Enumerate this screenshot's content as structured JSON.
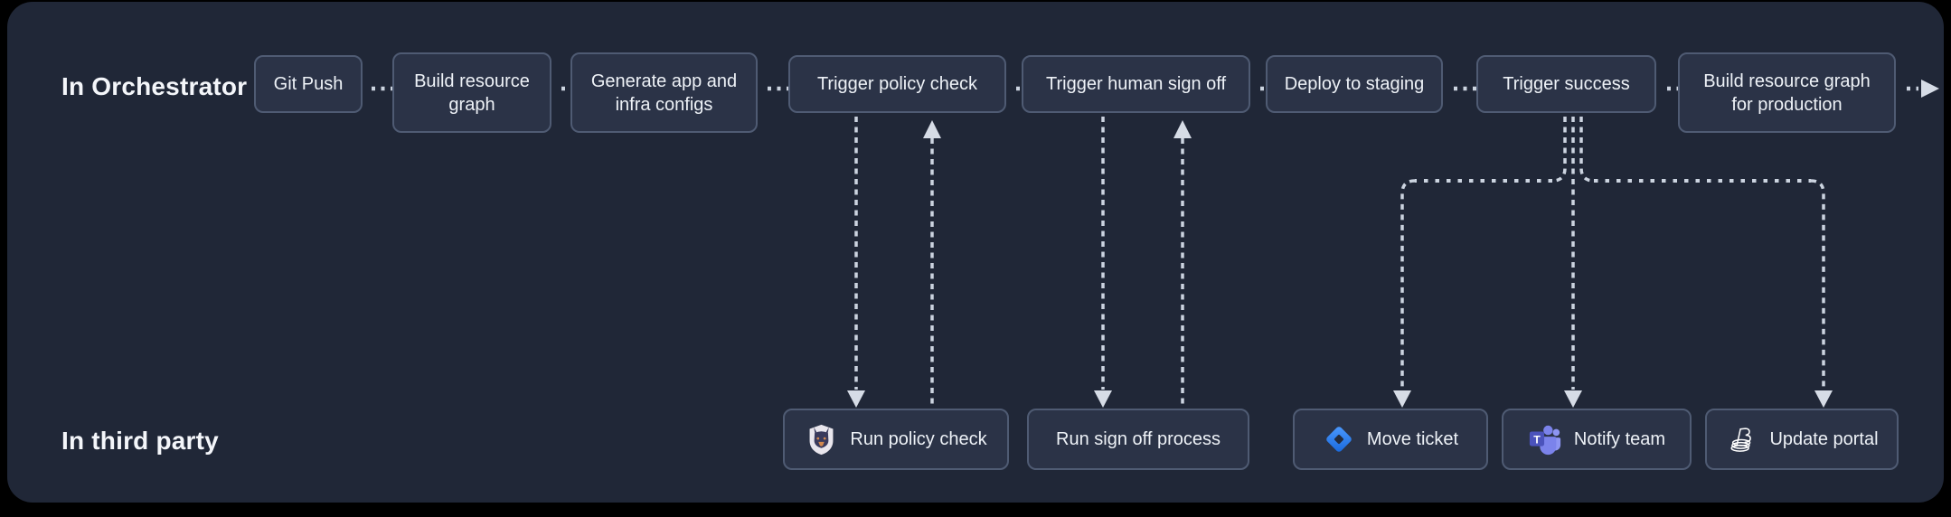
{
  "lanes": [
    {
      "label": "In Orchestrator"
    },
    {
      "label": "In third party"
    }
  ],
  "orchestrator_nodes": [
    {
      "label": "Git Push"
    },
    {
      "label": "Build resource graph"
    },
    {
      "label": "Generate app and infra configs"
    },
    {
      "label": "Trigger policy check"
    },
    {
      "label": "Trigger human sign off"
    },
    {
      "label": "Deploy to staging"
    },
    {
      "label": "Trigger success"
    },
    {
      "label": "Build resource graph for production"
    }
  ],
  "third_party_nodes": [
    {
      "label": "Run policy check",
      "icon": "snyk-dog-icon"
    },
    {
      "label": "Run sign off process",
      "icon": ""
    },
    {
      "label": "Move ticket",
      "icon": "jira-icon"
    },
    {
      "label": "Notify team",
      "icon": "ms-teams-icon"
    },
    {
      "label": "Update portal",
      "icon": "backstage-icon"
    }
  ],
  "icons": {
    "flow_continue": "right-arrow-icon"
  },
  "colors": {
    "page_background": "#000000",
    "canvas_background": "#202737",
    "node_fill": "#2b3347",
    "node_border": "#4f5b73",
    "node_text": "#eef2f7",
    "lane_label_text": "#f4f6fa",
    "connector": "#ccd4e0",
    "arrowhead": "#d6dce6",
    "jira_blue_light": "#4c9aff",
    "jira_blue_dark": "#1868db",
    "teams_purple": "#7b83eb",
    "teams_purple_dark": "#4b53bc",
    "snyk_shield": "#e9e6ed",
    "snyk_head": "#3a3a5c",
    "snyk_tan": "#d2884f"
  }
}
